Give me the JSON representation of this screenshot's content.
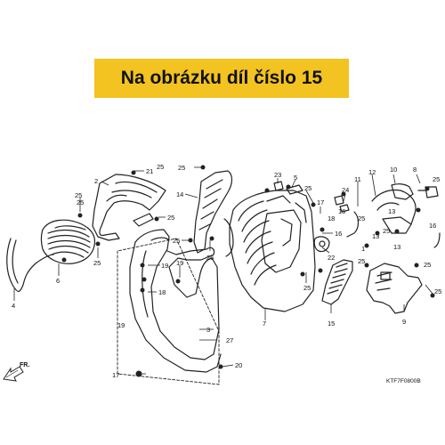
{
  "banner": {
    "text": "Na obrázku díl číslo 15"
  },
  "front_label": "FR.",
  "diagram_code": "KTF7F0800B",
  "callouts": [
    "21",
    "2",
    "25",
    "25",
    "6",
    "4",
    "25",
    "25",
    "14",
    "26",
    "25",
    "19",
    "19",
    "18",
    "3",
    "27",
    "7",
    "23",
    "5",
    "25",
    "17",
    "16",
    "22",
    "18",
    "25",
    "24",
    "11",
    "12",
    "13",
    "10",
    "8",
    "25",
    "16",
    "25",
    "13",
    "25",
    "13",
    "1",
    "25",
    "15",
    "25",
    "9",
    "17",
    "20",
    "19",
    "16",
    "25",
    "25",
    "25"
  ]
}
